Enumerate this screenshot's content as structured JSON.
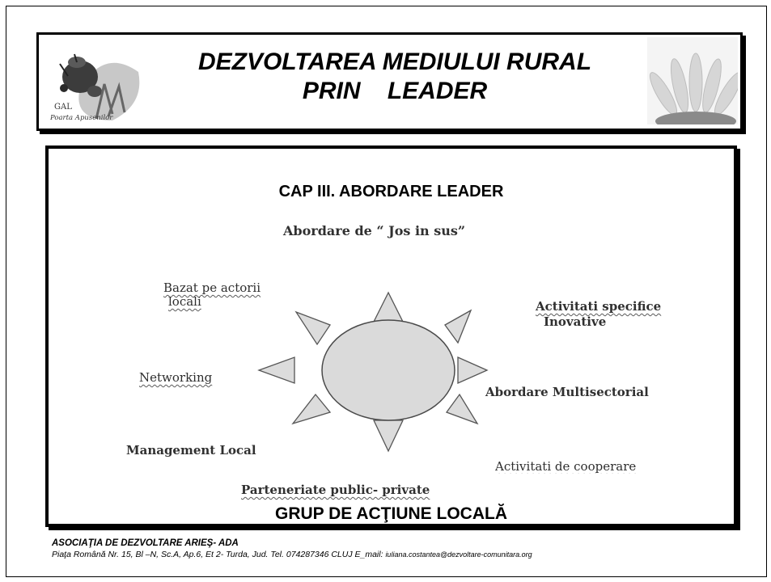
{
  "header": {
    "title_line1": "DEZVOLTAREA MEDIULUI RURAL",
    "title_line2": "PRIN    LEADER",
    "logo": {
      "text_line1": "GAL",
      "text_line2": "Poarta Apusenilor"
    },
    "flower_icon": "sunflower-image"
  },
  "content": {
    "chapter_title": "CAP III.  ABORDARE  LEADER",
    "labels": {
      "top": "Abordare de “ Jos in sus”",
      "bazat": "Bazat pe actorii",
      "bazat2": "locali",
      "activitati_spec": "Activitati specifice",
      "inovative": "Inovative",
      "networking": "Networking",
      "multisect": "Abordare Multisectorial",
      "management": "Management Local",
      "cooperare": "Activitati de cooperare",
      "parteneriate": "Parteneriate public- private"
    },
    "center_label": "GRUP DE ACŢIUNE LOCALĂ",
    "colors": {
      "sun_fill": "#dadada",
      "sun_stroke": "#4a4a4a",
      "triangle_fill": "#dcdcdc"
    }
  },
  "footer": {
    "org": "ASOCIAŢIA  DE  DEZVOLTARE  ARIEŞ- ADA",
    "address": "Piaţa Română Nr. 15, Bl –N, Sc.A, Ap.6, Et 2- Turda, Jud. Tel. 074287346  CLUJ E_mail:",
    "email": "iuliana.costantea@dezvoltare-comunitara.org"
  }
}
